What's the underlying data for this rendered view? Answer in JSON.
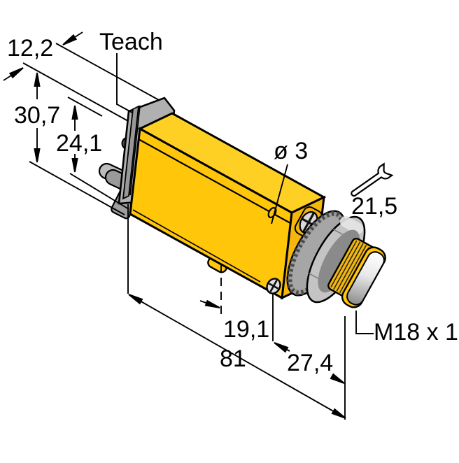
{
  "drawing": {
    "type": "technical-dimension-drawing",
    "subject": "photoelectric sensor with M18 threaded connector",
    "labels": {
      "width_top": "12,2",
      "teach": "Teach",
      "height_total": "30,7",
      "height_body": "24,1",
      "hole_diameter": "ø 3",
      "wrench_size": "21,5",
      "tab_offset": "19,1",
      "length_total": "81",
      "length_front": "27,4",
      "thread_spec": "M18 x 1"
    },
    "icons": {
      "wrench": "open-end-wrench-icon"
    },
    "colors": {
      "body_yellow": "#FFC60A",
      "body_top_yellow": "#FFD024",
      "body_end_yellow": "#F6B70B",
      "cap_gray": "#B0B0B0",
      "nut_gray": "#9A9A9A",
      "collar_gray": "#C4C4C4",
      "outline": "#000000"
    }
  }
}
